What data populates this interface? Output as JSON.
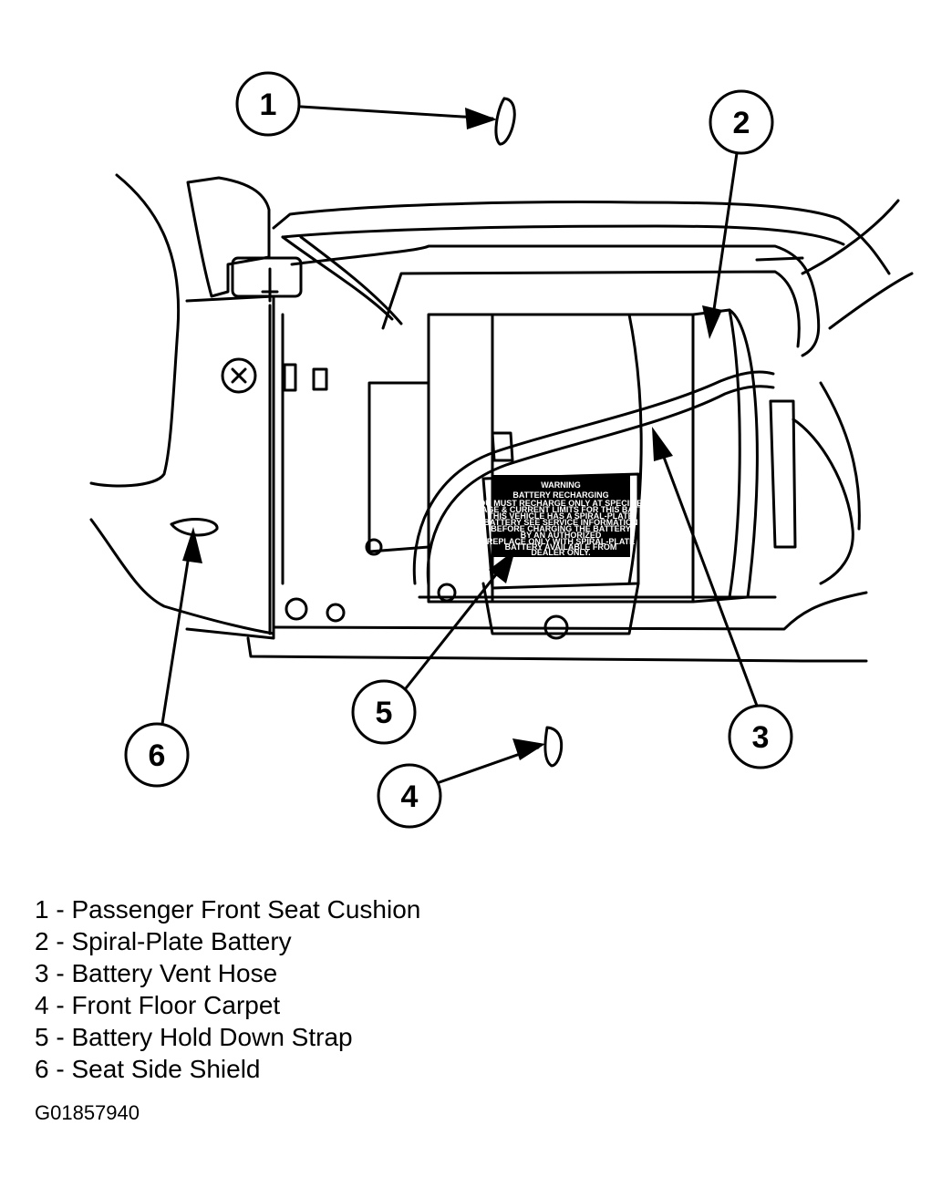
{
  "callouts": [
    "1",
    "2",
    "3",
    "4",
    "5",
    "6"
  ],
  "label_text": {
    "title": "WARNING",
    "subtitle": "BATTERY RECHARGING",
    "body": [
      "YOU MUST RECHARGE ONLY AT SPECIFIED",
      "VOLTAGE & CURRENT LIMITS FOR THIS BATTERY.",
      "THIS VEHICLE HAS A SPIRAL-PLATE",
      "BATTERY SEE SERVICE INFORMATION",
      "BEFORE CHARGING THE BATTERY",
      "BY AN AUTHORIZED",
      "REPLACE ONLY WITH SPIRAL-PLATE",
      "BATTERY AVAILABLE FROM",
      "DEALER ONLY."
    ]
  },
  "legend": [
    "1 - Passenger Front Seat Cushion",
    "2 - Spiral-Plate Battery",
    "3 - Battery Vent Hose",
    "4 - Front Floor Carpet",
    "5 - Battery Hold Down Strap",
    "6 - Seat Side Shield"
  ],
  "figure_id": "G01857940"
}
